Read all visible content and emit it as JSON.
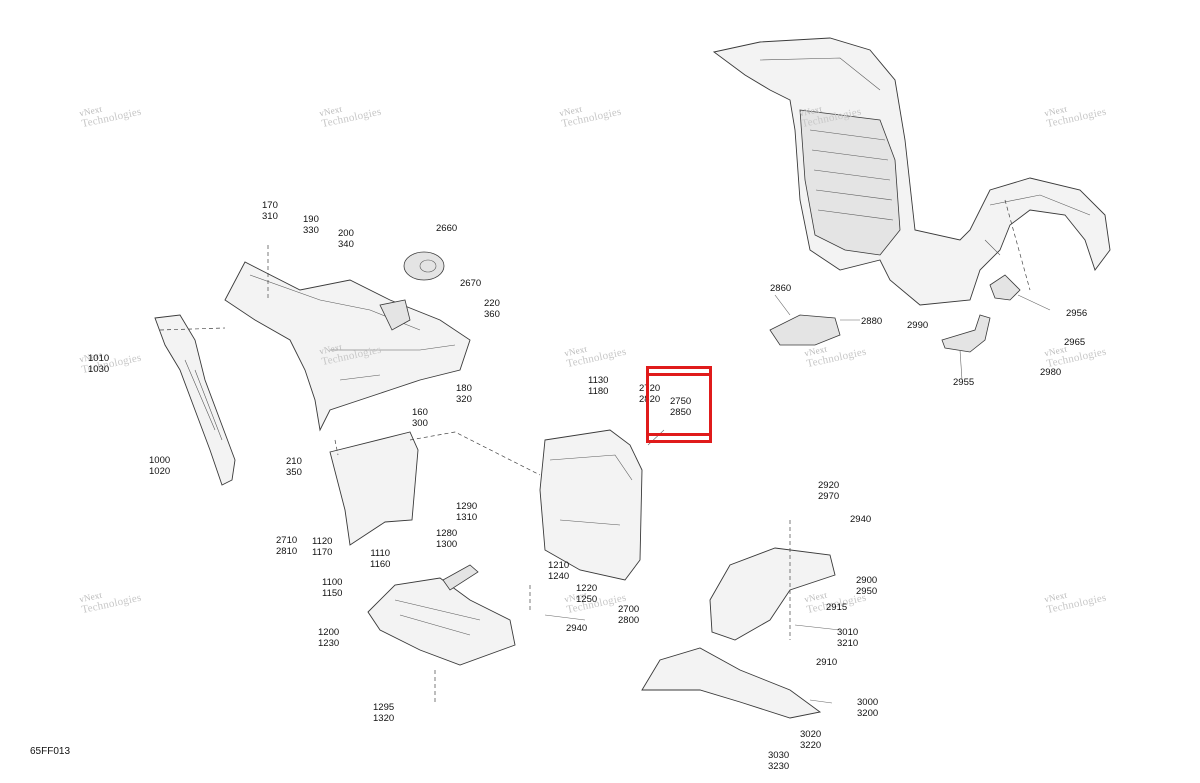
{
  "figure_code": "65FF013",
  "watermark": {
    "line1": "vNext",
    "line2": "Technologies"
  },
  "highlight_color": "#e01b1b",
  "callouts": [
    {
      "id": "170-310",
      "lines": [
        "170",
        "310"
      ]
    },
    {
      "id": "190-330",
      "lines": [
        "190",
        "330"
      ]
    },
    {
      "id": "200-340",
      "lines": [
        "200",
        "340"
      ]
    },
    {
      "id": "2660",
      "lines": [
        "2660"
      ]
    },
    {
      "id": "2670",
      "lines": [
        "2670"
      ]
    },
    {
      "id": "220-360",
      "lines": [
        "220",
        "360"
      ]
    },
    {
      "id": "1010-1030",
      "lines": [
        "1010",
        "1030"
      ]
    },
    {
      "id": "180-320",
      "lines": [
        "180",
        "320"
      ]
    },
    {
      "id": "160-300",
      "lines": [
        "160",
        "300"
      ]
    },
    {
      "id": "1000-1020",
      "lines": [
        "1000",
        "1020"
      ]
    },
    {
      "id": "210-350",
      "lines": [
        "210",
        "350"
      ]
    },
    {
      "id": "2710-2810",
      "lines": [
        "2710",
        "2810"
      ]
    },
    {
      "id": "1120-1170",
      "lines": [
        "1120",
        "1170"
      ]
    },
    {
      "id": "1110-1160",
      "lines": [
        "1110",
        "1160"
      ]
    },
    {
      "id": "1100-1150",
      "lines": [
        "1100",
        "1150"
      ]
    },
    {
      "id": "1290-1310",
      "lines": [
        "1290",
        "1310"
      ]
    },
    {
      "id": "1280-1300",
      "lines": [
        "1280",
        "1300"
      ]
    },
    {
      "id": "1210-1240",
      "lines": [
        "1210",
        "1240"
      ]
    },
    {
      "id": "1220-1250",
      "lines": [
        "1220",
        "1250"
      ]
    },
    {
      "id": "1200-1230",
      "lines": [
        "1200",
        "1230"
      ]
    },
    {
      "id": "2940-a",
      "lines": [
        "2940"
      ]
    },
    {
      "id": "1295-1320",
      "lines": [
        "1295",
        "1320"
      ]
    },
    {
      "id": "1130-1180",
      "lines": [
        "1130",
        "1180"
      ]
    },
    {
      "id": "2720-2820",
      "lines": [
        "2720",
        "2820"
      ]
    },
    {
      "id": "2750-2850",
      "lines": [
        "2750",
        "2850"
      ]
    },
    {
      "id": "2700-2800",
      "lines": [
        "2700",
        "2800"
      ]
    },
    {
      "id": "2860",
      "lines": [
        "2860"
      ]
    },
    {
      "id": "2880",
      "lines": [
        "2880"
      ]
    },
    {
      "id": "2990",
      "lines": [
        "2990"
      ]
    },
    {
      "id": "2956",
      "lines": [
        "2956"
      ]
    },
    {
      "id": "2965",
      "lines": [
        "2965"
      ]
    },
    {
      "id": "2980",
      "lines": [
        "2980"
      ]
    },
    {
      "id": "2955",
      "lines": [
        "2955"
      ]
    },
    {
      "id": "2920-2970",
      "lines": [
        "2920",
        "2970"
      ]
    },
    {
      "id": "2940-b",
      "lines": [
        "2940"
      ]
    },
    {
      "id": "2900-2950",
      "lines": [
        "2900",
        "2950"
      ]
    },
    {
      "id": "2915",
      "lines": [
        "2915"
      ]
    },
    {
      "id": "3010-3210",
      "lines": [
        "3010",
        "3210"
      ]
    },
    {
      "id": "2910",
      "lines": [
        "2910"
      ]
    },
    {
      "id": "3000-3200",
      "lines": [
        "3000",
        "3200"
      ]
    },
    {
      "id": "3020-3220",
      "lines": [
        "3020",
        "3220"
      ]
    },
    {
      "id": "3030-3230",
      "lines": [
        "3030",
        "3230"
      ]
    }
  ]
}
